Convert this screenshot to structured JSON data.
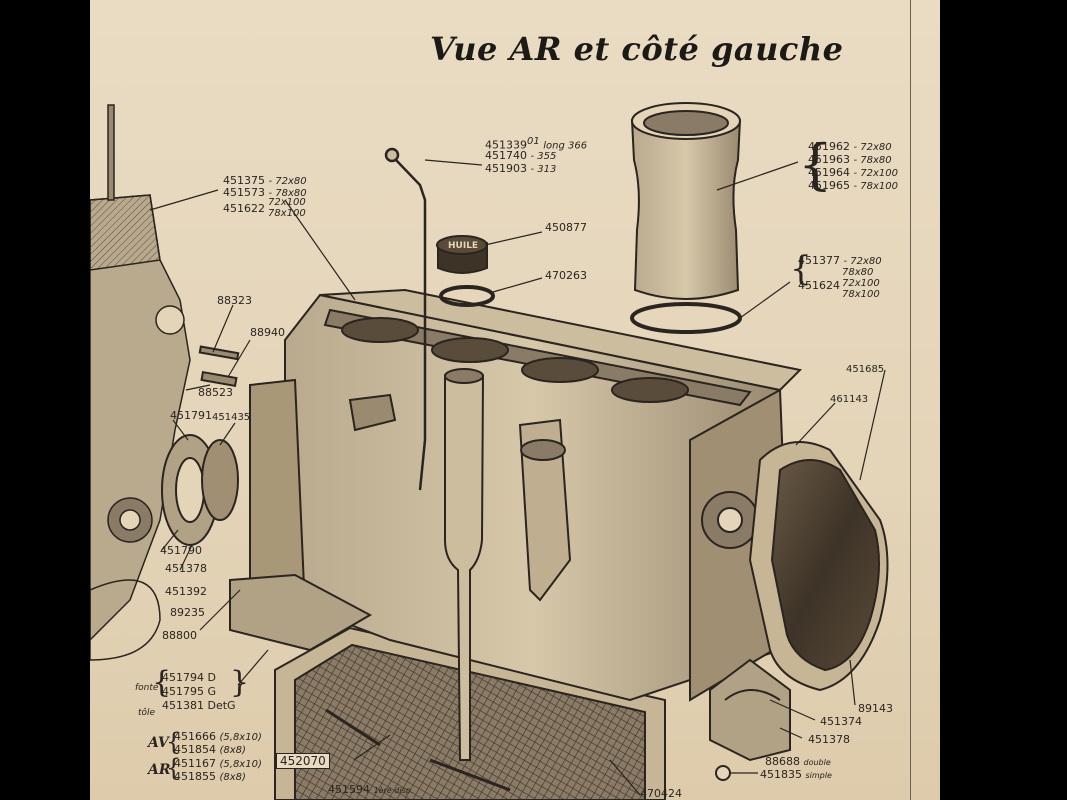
{
  "title": "Vue AR et côté gauche",
  "labels": {
    "dipstick": [
      "451339",
      "451740",
      "451903"
    ],
    "dipstick_spec": [
      "long 366",
      "- 355",
      "- 313"
    ],
    "dipstick_sup": "01",
    "cap": "450877",
    "cap_text": "HUILE",
    "washer": "470263",
    "liner": [
      "451962",
      "451963",
      "451964",
      "451965"
    ],
    "liner_spec": [
      "- 72x80",
      "- 78x80",
      "- 72x100",
      "- 78x100"
    ],
    "gasket": [
      "451377",
      "451624"
    ],
    "gasket_spec": [
      "- 72x80",
      "78x80",
      "72x100",
      "78x100"
    ],
    "left_top": [
      "451375",
      "451573",
      "451622"
    ],
    "left_top_spec": [
      "- 72x80",
      "- 78x80",
      "72x100",
      "78x100"
    ],
    "p88323": "88323",
    "p88940": "88940",
    "p88523": "88523",
    "p451791": "451791",
    "p451435": "451435",
    "p451790": "451790",
    "p451378a": "451378",
    "p451392": "451392",
    "p89235": "89235",
    "p88800": "88800",
    "fonte": "fonte",
    "tole": "tôle",
    "feet": [
      "451794 D",
      "451795 G",
      "451381 DetG"
    ],
    "av": "AV",
    "ar": "AR",
    "av_parts": [
      "451666",
      "451854"
    ],
    "av_spec": [
      "(5,8x10)",
      "(8x8)"
    ],
    "ar_parts": [
      "451167",
      "451855"
    ],
    "ar_spec": [
      "(5,8x10)",
      "(8x8)"
    ],
    "pan": "452070",
    "p451594": "451594",
    "first_disp": "1ère disp.",
    "p470424": "470424",
    "p451685": "451685",
    "p461143": "461143",
    "p89143": "89143",
    "p451374": "451374",
    "p451378b": "451378",
    "p88688": "88688",
    "p451835": "451835",
    "double": "double",
    "simple": "simple"
  }
}
